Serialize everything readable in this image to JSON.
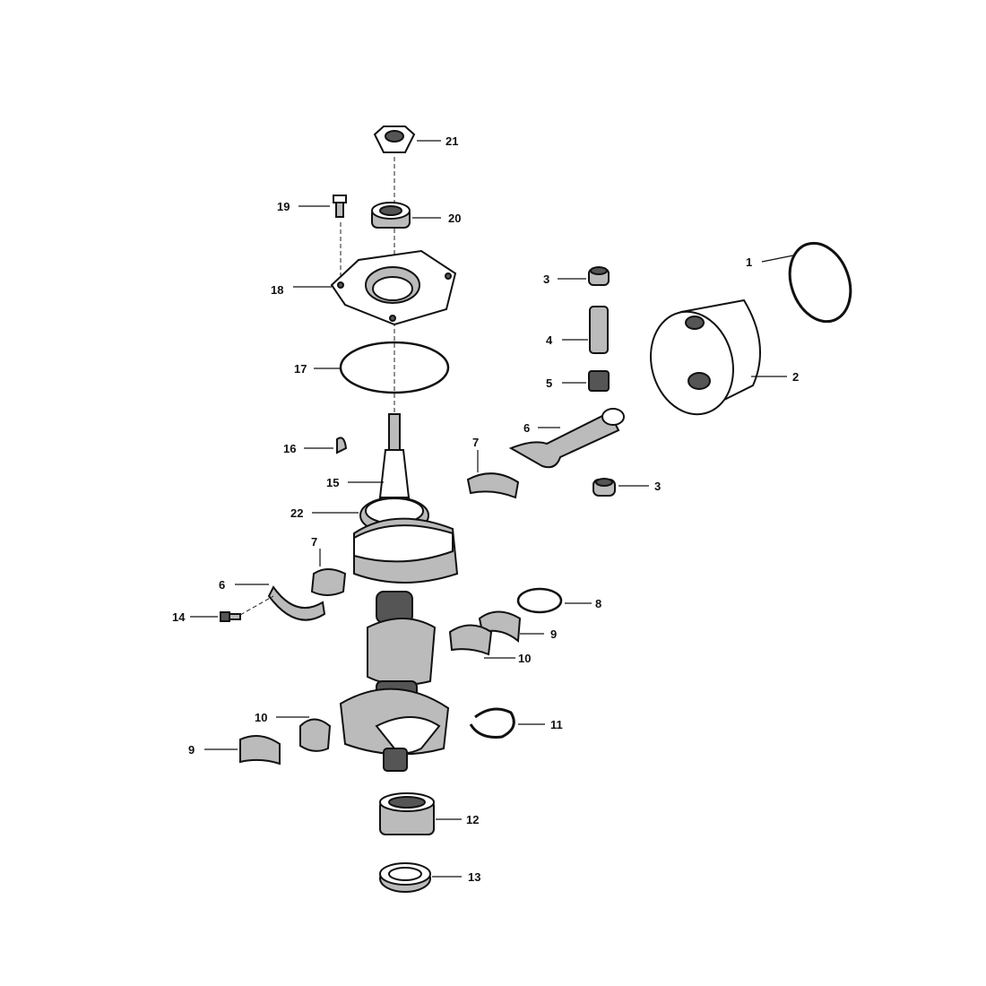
{
  "callouts": {
    "c21": "21",
    "c20": "20",
    "c19": "19",
    "c18": "18",
    "c17": "17",
    "c16": "16",
    "c15": "15",
    "c22": "22",
    "c7a": "7",
    "c6a": "6",
    "c14": "14",
    "c9a": "9",
    "c10a": "10",
    "c3a": "3",
    "c4": "4",
    "c5": "5",
    "c6b": "6",
    "c7b": "7",
    "c3b": "3",
    "c1": "1",
    "c2": "2",
    "c8": "8",
    "c9b": "9",
    "c10b": "10",
    "c11": "11",
    "c12": "12",
    "c13": "13"
  }
}
